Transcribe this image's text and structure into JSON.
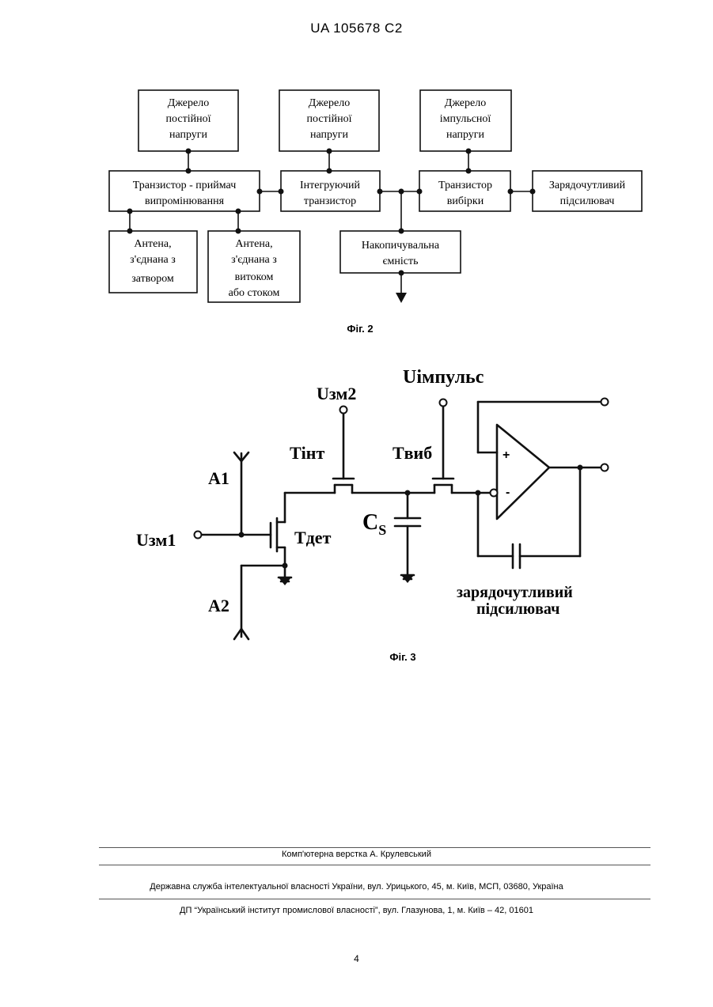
{
  "header": {
    "patent_number": "UA   105678   C2"
  },
  "fig2": {
    "caption": "Фіг. 2",
    "boxes": {
      "dc_source_1": [
        "Джерело",
        "постійної",
        "напруги"
      ],
      "dc_source_2": [
        "Джерело",
        "постійної",
        "напруги"
      ],
      "pulse_source": [
        "Джерело",
        "імпульсної",
        "напруги"
      ],
      "transistor_receiver": [
        "Транзистор - приймач",
        "випромінювання"
      ],
      "integrating_transistor": [
        "Інтегруючий",
        "транзистор"
      ],
      "sampling_transistor": [
        "Транзистор",
        "вибірки"
      ],
      "charge_amplifier": [
        "Зарядочутливий",
        "підсилювач"
      ],
      "storage_capacitance": [
        "Накопичувальна",
        "ємність"
      ],
      "antenna_gate": [
        "Антена,",
        "з'єднана з",
        "затвором"
      ],
      "antenna_drain": [
        "Антена,",
        "з'єднана з",
        "витоком",
        "або стоком"
      ]
    }
  },
  "fig3": {
    "caption": "Фіг. 3",
    "labels": {
      "uzm2": "Uзм2",
      "uimpuls": "Uімпульс",
      "a1": "A1",
      "a2": "A2",
      "tint": "Tінт",
      "tvyb": "Tвиб",
      "cs": "C",
      "cs_sub": "S",
      "uzm1": "Uзм1",
      "tdet": "Tдет",
      "amp_line1": "зарядочутливий",
      "amp_line2": "підсилювач",
      "plus": "+",
      "minus": "-"
    }
  },
  "footer": {
    "layout_by": "Комп'ютерна верстка А. Крулевський",
    "agency": "Державна служба інтелектуальної власності України, вул. Урицького, 45, м. Київ, МСП, 03680, Україна",
    "institute": "ДП “Український інститут промислової власності”, вул. Глазунова, 1, м. Київ – 42, 01601"
  },
  "page_number": "4"
}
